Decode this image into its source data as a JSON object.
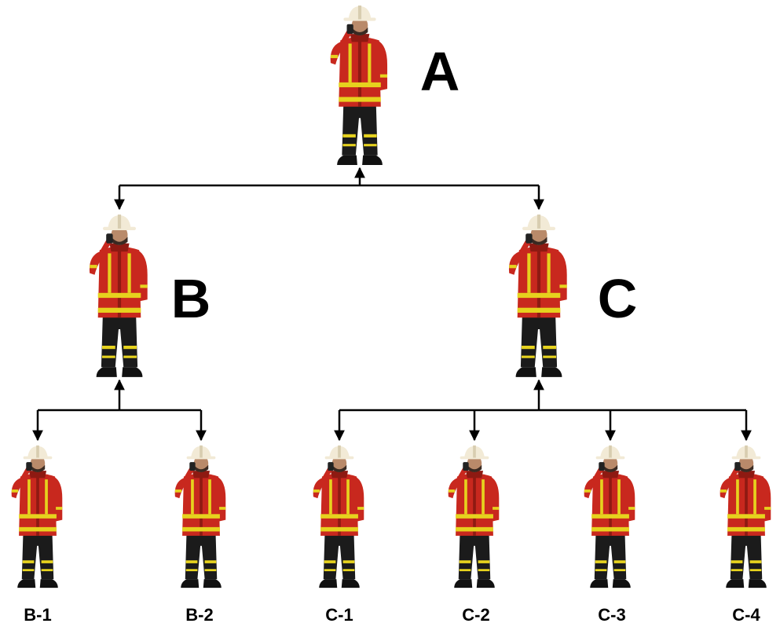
{
  "diagram": {
    "nodes": [
      {
        "id": "A",
        "label": "A",
        "level": "top"
      },
      {
        "id": "B",
        "label": "B",
        "level": "middle",
        "parent": "A"
      },
      {
        "id": "C",
        "label": "C",
        "level": "middle",
        "parent": "A"
      },
      {
        "id": "B-1",
        "label": "B-1",
        "level": "bottom",
        "parent": "B"
      },
      {
        "id": "B-2",
        "label": "B-2",
        "level": "bottom",
        "parent": "B"
      },
      {
        "id": "C-1",
        "label": "C-1",
        "level": "bottom",
        "parent": "C"
      },
      {
        "id": "C-2",
        "label": "C-2",
        "level": "bottom",
        "parent": "C"
      },
      {
        "id": "C-3",
        "label": "C-3",
        "level": "bottom",
        "parent": "C"
      },
      {
        "id": "C-4",
        "label": "C-4",
        "level": "bottom",
        "parent": "C"
      }
    ],
    "connector_style": "bidirectional-arrows",
    "node_icon": "firefighter-icon",
    "colors": {
      "coat": "#c8281e",
      "coat_shade": "#8e1a12",
      "reflective_stripe": "#e6d21e",
      "helmet": "#f2ead6",
      "trousers": "#1b1b1b",
      "line": "#000000"
    }
  }
}
